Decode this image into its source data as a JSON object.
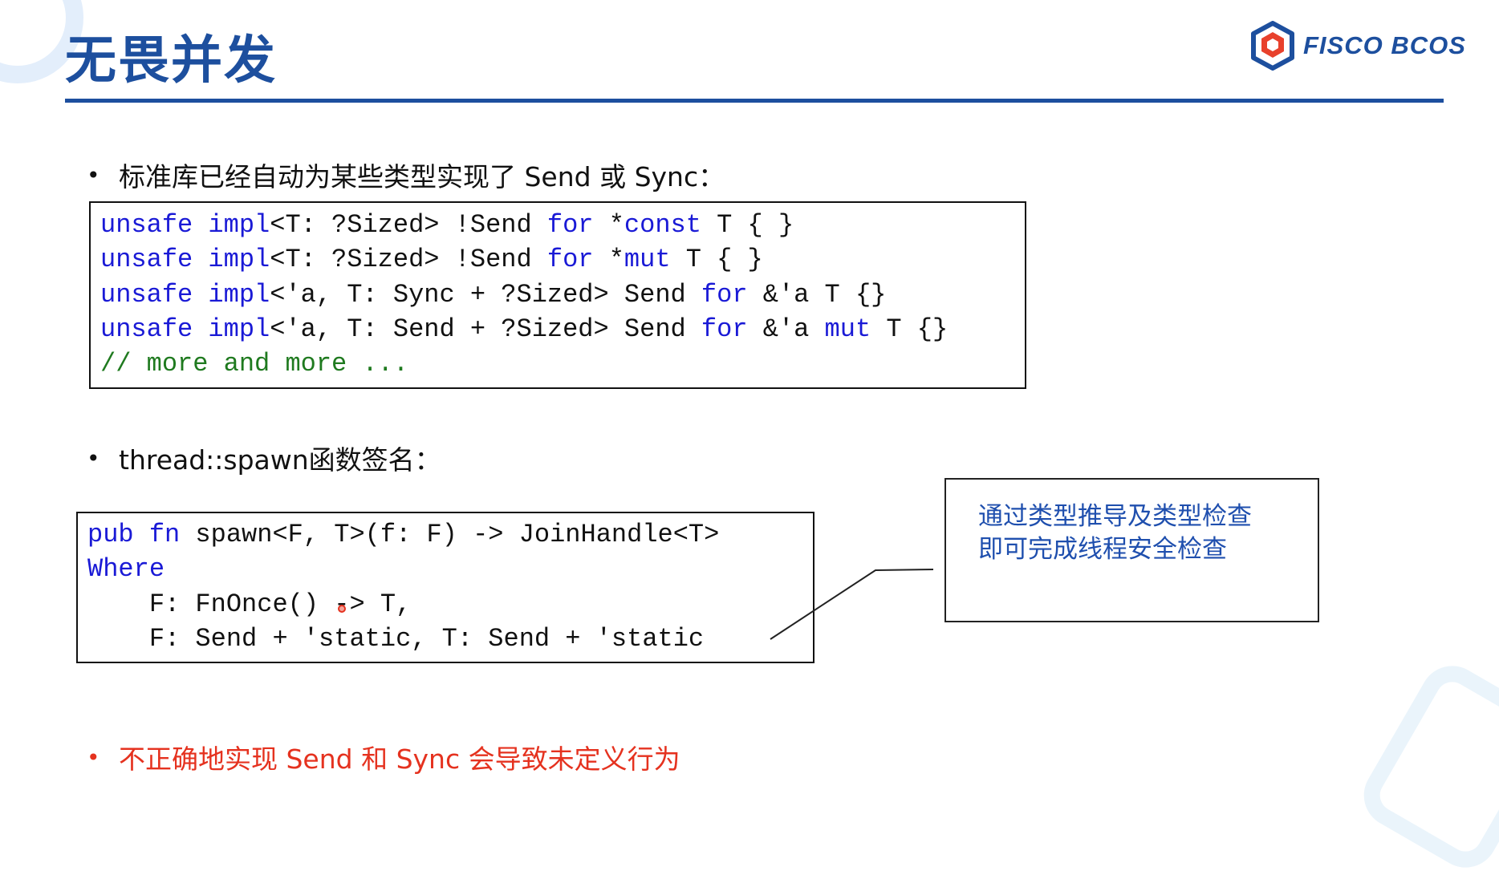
{
  "title": "无畏并发",
  "logo": {
    "text": "FISCO BCOS"
  },
  "bullets": [
    {
      "text": "标准库已经自动为某些类型实现了 Send 或 Sync："
    },
    {
      "text": "thread::spawn函数签名："
    },
    {
      "text": "不正确地实现 Send 和 Sync 会导致未定义行为"
    }
  ],
  "code1": [
    [
      {
        "t": "unsafe impl",
        "k": "k"
      },
      {
        "t": "<T: ?Sized> !Send ",
        "k": "p"
      },
      {
        "t": "for",
        "k": "k"
      },
      {
        "t": " *",
        "k": "p"
      },
      {
        "t": "const",
        "k": "k"
      },
      {
        "t": " T { }",
        "k": "p"
      }
    ],
    [
      {
        "t": "unsafe impl",
        "k": "k"
      },
      {
        "t": "<T: ?Sized> !Send ",
        "k": "p"
      },
      {
        "t": "for",
        "k": "k"
      },
      {
        "t": " *",
        "k": "p"
      },
      {
        "t": "mut",
        "k": "k"
      },
      {
        "t": " T { }",
        "k": "p"
      }
    ],
    [
      {
        "t": "unsafe impl",
        "k": "k"
      },
      {
        "t": "<'a, T: Sync + ?Sized> Send ",
        "k": "p"
      },
      {
        "t": "for",
        "k": "k"
      },
      {
        "t": " &'a T {}",
        "k": "p"
      }
    ],
    [
      {
        "t": "unsafe impl",
        "k": "k"
      },
      {
        "t": "<'a, T: Send + ?Sized> Send ",
        "k": "p"
      },
      {
        "t": "for",
        "k": "k"
      },
      {
        "t": " &'a ",
        "k": "p"
      },
      {
        "t": "mut",
        "k": "k"
      },
      {
        "t": " T {}",
        "k": "p"
      }
    ],
    [
      {
        "t": "// more and more ...",
        "k": "c"
      }
    ]
  ],
  "code2": [
    [
      {
        "t": "pub fn",
        "k": "k"
      },
      {
        "t": " spawn<F, T>(f: F) -> JoinHandle<T>",
        "k": "p"
      }
    ],
    [
      {
        "t": "Where",
        "k": "k"
      }
    ],
    [
      {
        "t": "    F: FnOnce() -> T,",
        "k": "p"
      }
    ],
    [
      {
        "t": "    F: Send + 'static, T: Send + 'static",
        "k": "p"
      }
    ]
  ],
  "callout": {
    "text": "通过类型推导及类型检查即可完成线程安全检查"
  },
  "colors": {
    "brand": "#1d4f9e",
    "keyword": "#1a1ad6",
    "comment": "#1f7a1f",
    "warning": "#e5321f"
  }
}
